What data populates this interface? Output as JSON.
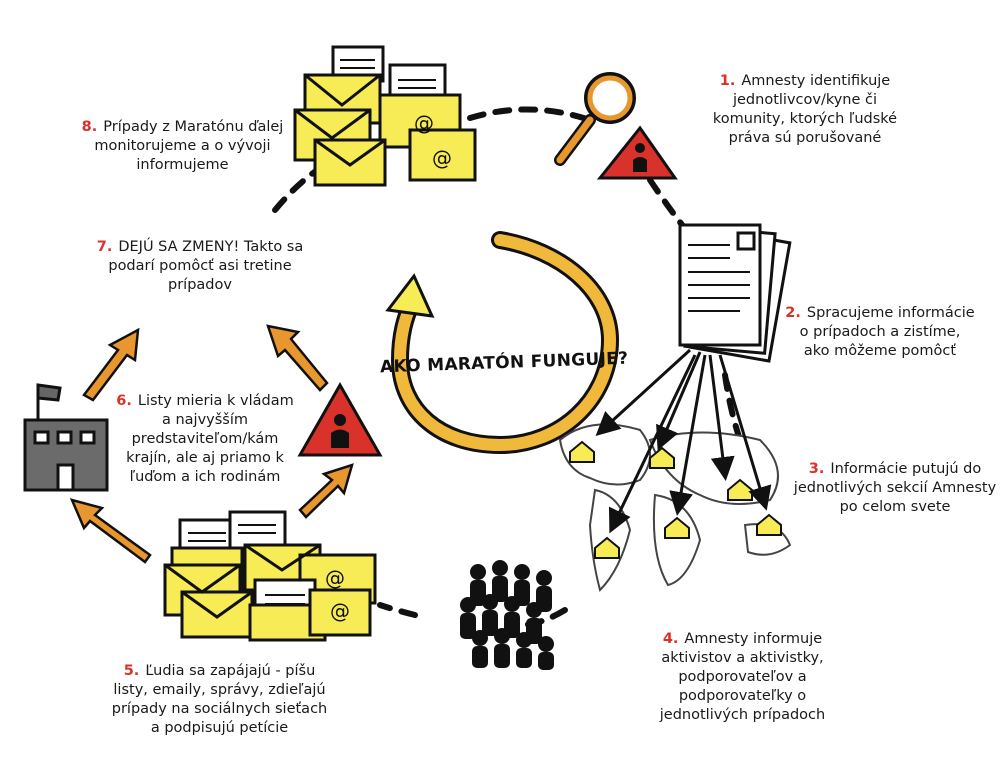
{
  "title": "AKO MARATÓN FUNGUJE?",
  "colors": {
    "step_number": "#d8322b",
    "arrow_orange": "#e8962e",
    "envelope_yellow": "#f7ec55",
    "warning_red": "#d8322b",
    "building_gray": "#6b6b6b"
  },
  "steps": [
    {
      "number": "1.",
      "text": "Amnesty identifikuje jednotlivcov/kyne či komunity, ktorých ľudské práva sú porušované"
    },
    {
      "number": "2.",
      "text": "Spracujeme informácie o prípadoch a zistíme, ako môžeme pomôcť"
    },
    {
      "number": "3.",
      "text": "Informácie putujú do jednotlivých sekcií Amnesty po celom svete"
    },
    {
      "number": "4.",
      "text": "Amnesty informuje aktivistov a aktivistky, podporovateľov a podporovateľky o jednotlivých prípadoch"
    },
    {
      "number": "5.",
      "text": "Ľudia sa zapájajú - píšu listy, emaily, správy, zdieľajú prípady na sociálnych sieťach a podpisujú petície"
    },
    {
      "number": "6.",
      "text": "Listy mieria k vládam a najvyšším predstaviteľom/kám krajín, ale aj priamo k ľuďom a ich rodinám"
    },
    {
      "number": "7.",
      "text": "DEJÚ SA ZMENY! Takto sa podarí pomôcť asi tretine prípadov"
    },
    {
      "number": "8.",
      "text": "Prípady z Maratónu ďalej monitorujeme a o vývoji informujeme"
    }
  ]
}
